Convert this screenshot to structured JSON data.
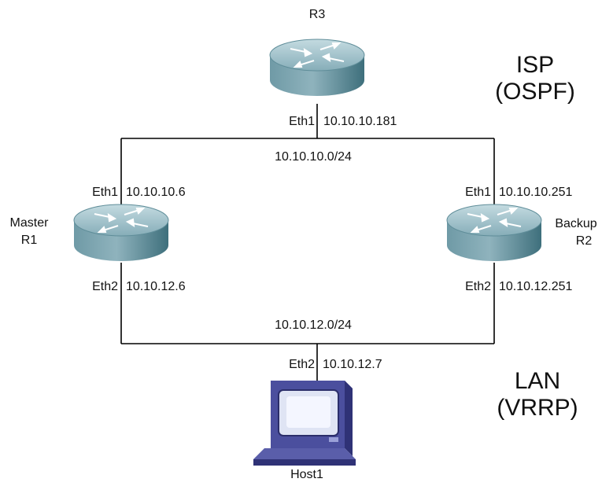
{
  "routers": {
    "r3": {
      "name": "R3",
      "eth1_label": "Eth1",
      "eth1_ip": "10.10.10.181"
    },
    "r1": {
      "role": "Master",
      "name": "R1",
      "eth1_label": "Eth1",
      "eth1_ip": "10.10.10.6",
      "eth2_label": "Eth2",
      "eth2_ip": "10.10.12.6"
    },
    "r2": {
      "role": "Backup",
      "name": "R2",
      "eth1_label": "Eth1",
      "eth1_ip": "10.10.10.251",
      "eth2_label": "Eth2",
      "eth2_ip": "10.10.12.251"
    }
  },
  "host": {
    "name": "Host1",
    "eth2_label": "Eth2",
    "eth2_ip": "10.10.12.7"
  },
  "networks": {
    "top": "10.10.10.0/24",
    "bottom": "10.10.12.0/24"
  },
  "zones": {
    "isp": {
      "line1": "ISP",
      "line2": "(OSPF)"
    },
    "lan": {
      "line1": "LAN",
      "line2": "(VRRP)"
    }
  },
  "colors": {
    "router_top": "#9fc1ca",
    "router_side": "#4f7f8c",
    "host_body": "#4b4f9e",
    "line": "#000000"
  }
}
